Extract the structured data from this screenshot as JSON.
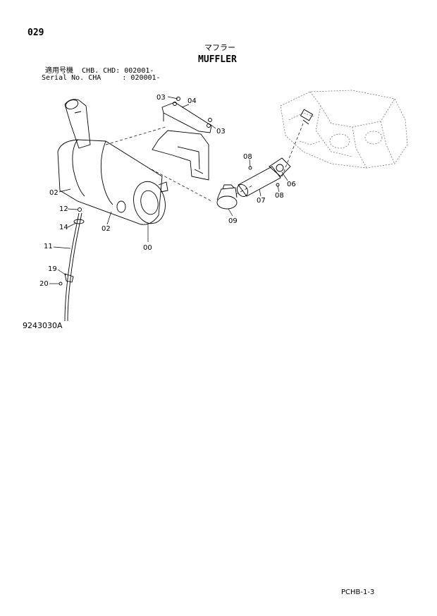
{
  "page": {
    "number": "029",
    "title_jp": "マフラー",
    "title_en": "MUFFLER",
    "serial_line_jp": "適用号機  CHB. CHD: 002001-",
    "serial_line_en": "Serial No. CHA     : 020001-",
    "drawing_code": "9243030A",
    "page_code": "PCHB-1-3"
  },
  "callouts": [
    {
      "id": "c03a",
      "text": "03"
    },
    {
      "id": "c04",
      "text": "04"
    },
    {
      "id": "c03b",
      "text": "03"
    },
    {
      "id": "c08a",
      "text": "08"
    },
    {
      "id": "c06",
      "text": "06"
    },
    {
      "id": "c07",
      "text": "07"
    },
    {
      "id": "c08b",
      "text": "08"
    },
    {
      "id": "c09",
      "text": "09"
    },
    {
      "id": "c02a",
      "text": "02"
    },
    {
      "id": "c02b",
      "text": "02"
    },
    {
      "id": "c00",
      "text": "00"
    },
    {
      "id": "c12",
      "text": "12"
    },
    {
      "id": "c14",
      "text": "14"
    },
    {
      "id": "c11",
      "text": "11"
    },
    {
      "id": "c19",
      "text": "19"
    },
    {
      "id": "c20",
      "text": "20"
    }
  ]
}
